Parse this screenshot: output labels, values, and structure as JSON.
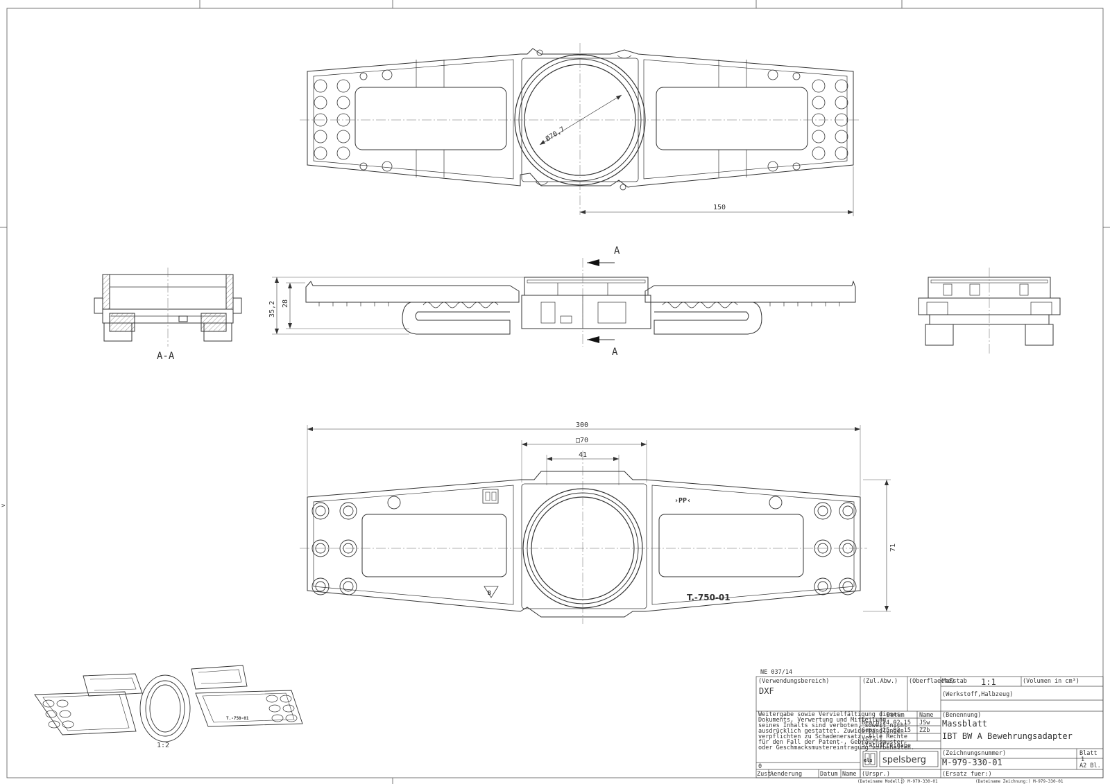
{
  "top_view": {
    "diameter_label": "Ø70,7",
    "width_label": "150"
  },
  "side_view": {
    "section_marker": "A",
    "height_outer": "35,2",
    "height_inner": "28"
  },
  "section_view": {
    "label": "A-A"
  },
  "bottom_view": {
    "overall_length": "300",
    "square_label": "□70",
    "inner_label": "41",
    "height_label": "71",
    "embossed_left": "B",
    "embossed_right_top": "›PP‹",
    "embossed_part_number": "T.-750-01"
  },
  "iso_view": {
    "scale": "1:2",
    "part_marking": "T.-750-01"
  },
  "title_block": {
    "ne_number": "NE 037/14",
    "verwendungsbereich_label": "(Verwendungsbereich)",
    "verwendungsbereich_value": "DXF",
    "zul_abw": "(Zul.Abw.)",
    "oberflaeche": "(Oberflaeche)",
    "massstab_label": "Maßstab",
    "massstab_value": "1:1",
    "volumen": "(Volumen in cm³)",
    "werkstoff": "(Werkstoff,Halbzeug)",
    "legal_line1": "Weitergabe sowie Vervielfältigung dieses",
    "legal_line2": "Dokuments, Verwertung und Mitteilung",
    "legal_line3": "seines Inhalts sind verboten, soweit nicht",
    "legal_line4": "ausdrücklich gestattet. Zuwiderhandlungen",
    "legal_line5": "verpflichten zu Schadenersatz. Alle Rechte",
    "legal_line6": "für den Fall der Patent-, Gebrauchsmuster-",
    "legal_line7": "oder Geschmacksmustereintragung vorbehalten.",
    "col_datum": "Datum",
    "col_name": "Name",
    "bearb_label": "Bearb.",
    "bearb_date": "24.02.15",
    "bearb_name": "JSw",
    "gepr_label": "Gepr.",
    "gepr_date": "25.02.15",
    "gepr_name": "ZZb",
    "vers_label": "Vers.",
    "status_label": "Status",
    "status_value": "Freigabe",
    "benennung_label": "(Benennung)",
    "benennung_1": "Massblatt",
    "benennung_2": "IBT   BW A  Bewehrungsadapter",
    "zeichnungsnummer_label": "(Zeichnungsnummer)",
    "zeichnungsnummer": "M-979-330-01",
    "blatt_label": "Blatt",
    "blatt_value": "1",
    "format_value": "A2  Bl.",
    "logo_els": "els",
    "logo_spelsberg": "spelsberg",
    "rev_index": "0",
    "zust": "Zust.",
    "aenderung": "Aenderung",
    "datum": "Datum",
    "name": "Name",
    "urspr": "(Urspr.)",
    "ersatz": "(Ersatz fuer:)",
    "dateiname_modell": "(Dateiname Modell:) M-979-330-01",
    "dateiname_zeichnung": "(Dateiname Zeichnung:) M-979-330-01"
  }
}
